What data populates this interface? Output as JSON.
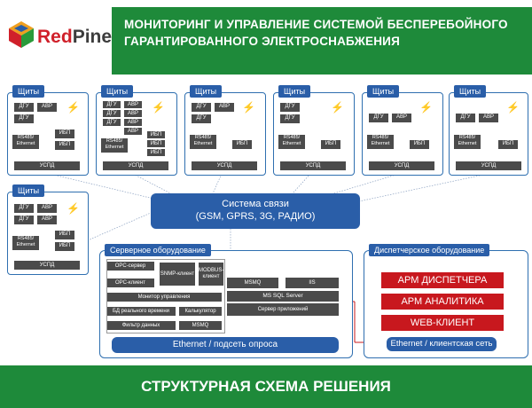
{
  "header": {
    "logo_red": "Red",
    "logo_dark": "Pine",
    "title_line1": "МОНИТОРИНГ И УПРАВЛЕНИЕ СИСТЕМОЙ БЕСПЕРЕБОЙНОГО",
    "title_line2": "ГАРАНТИРОВАННОГО ЭЛЕКТРОСНАБЖЕНИЯ",
    "logo_colors": [
      "#d0202a",
      "#f0a020",
      "#2a9a3a",
      "#2a5ea8"
    ]
  },
  "shields": {
    "tab": "Щиты",
    "dgu": "ДГУ",
    "avr": "АВР",
    "ibp": "ИБП",
    "rs485_line1": "RS485/",
    "rs485_line2": "Ethernet",
    "uspd": "УСПД"
  },
  "comm": {
    "line1": "Система связи",
    "line2": "(GSM, GPRS, 3G, РАДИО)"
  },
  "server": {
    "tab": "Серверное оборудование",
    "opc_server": "OPC-сервер",
    "opc_client": "OPC-клиент",
    "snmp_client": "SNMP-клиент",
    "modbus_line1": "MODBUS-",
    "modbus_line2": "клиент",
    "monitor": "Монитор управления",
    "rt_db": "БД реального времени",
    "calculator": "Калькулятор",
    "data_filter": "Фильтр данных",
    "msmq_small": "MSMQ",
    "msmq": "MSMQ",
    "iis": "IIS",
    "ms_sql": "MS SQL Server",
    "app_server": "Сервер приложений",
    "ethernet": "Ethernet / подсеть опроса"
  },
  "dispatch": {
    "tab": "Диспетчерское   оборудование",
    "arm_dispatcher": "АРМ ДИСПЕТЧЕРА",
    "arm_analyst": "АРМ АНАЛИТИКА",
    "web_client": "WEB-КЛИЕНТ",
    "ethernet": "Ethernet / клиентская сеть"
  },
  "footer": {
    "title": "СТРУКТУРНАЯ СХЕМА РЕШЕНИЯ"
  }
}
